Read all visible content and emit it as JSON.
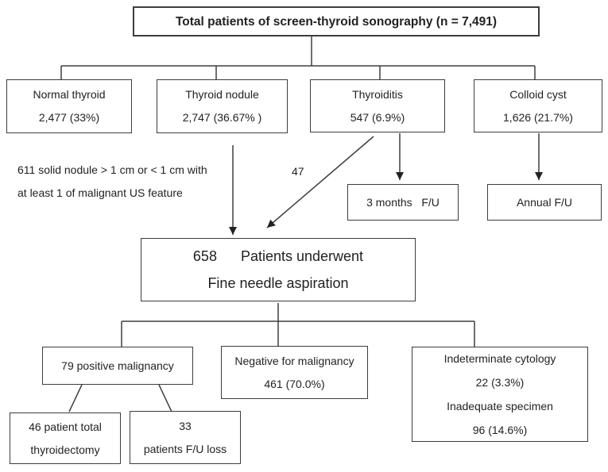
{
  "title": "Total patients of screen-thyroid sonography (n = 7,491)",
  "categories": {
    "normal_thyroid": {
      "line1": "Normal thyroid",
      "line2": "2,477 (33%)"
    },
    "thyroid_nodule": {
      "line1": "Thyroid nodule",
      "line2": "2,747 (36.67% )"
    },
    "thyroiditis": {
      "line1": "Thyroiditis",
      "line2": "547 (6.9%)"
    },
    "colloid_cyst": {
      "line1": "Colloid cyst",
      "line2": "1,626 (21.7%)"
    }
  },
  "notes": {
    "solid_nodule_line1": "611 solid nodule > 1 cm or < 1 cm with",
    "solid_nodule_line2": "at least 1 of malignant US feature",
    "thyroiditis_to_fna_count": "47"
  },
  "followup": {
    "three_months": "3 months   F/U",
    "annual": "Annual F/U"
  },
  "fna": {
    "line1": "658      Patients underwent",
    "line2": "Fine needle aspiration"
  },
  "cytology": {
    "positive": "79 positive malignancy",
    "negative_line1": "Negative for malignancy",
    "negative_line2": "461 (70.0%)",
    "indeterminate_line1": "Indeterminate cytology",
    "indeterminate_line2": "22 (3.3%)",
    "indeterminate_line3": "Inadequate specimen",
    "indeterminate_line4": "96 (14.6%)"
  },
  "outcomes": {
    "thyroidectomy_line1": "46 patient total",
    "thyroidectomy_line2": "thyroidectomy",
    "fu_loss_line1": "33",
    "fu_loss_line2": "patients F/U loss"
  },
  "colors": {
    "line": "#3f3f3f",
    "border": "#3d3d3d",
    "text": "#222222",
    "background": "#ffffff"
  }
}
